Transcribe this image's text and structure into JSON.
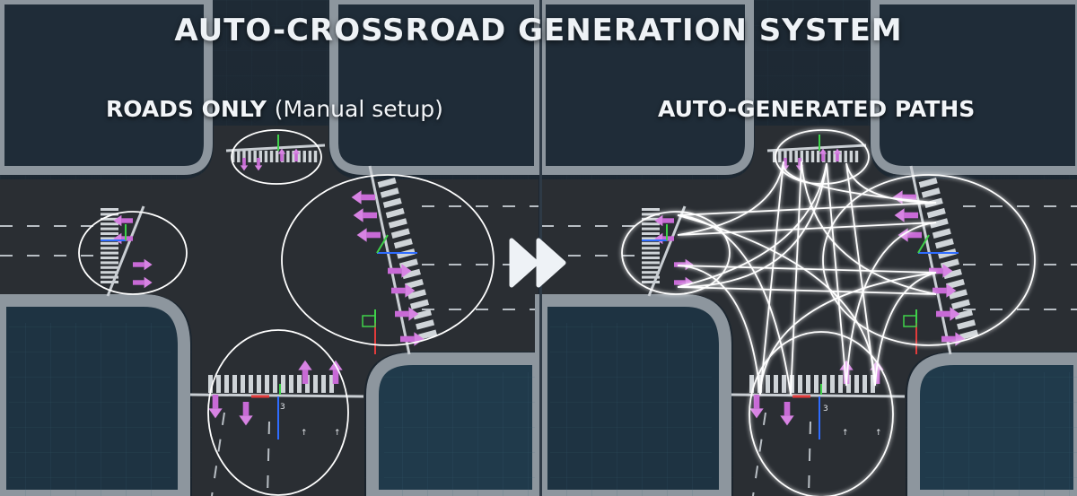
{
  "title": "AUTO-CROSSROAD GENERATION SYSTEM",
  "panels": {
    "left": {
      "label": "ROADS ONLY",
      "sublabel": "(Manual setup)"
    },
    "right": {
      "label": "AUTO-GENERATED PATHS"
    }
  },
  "lane_number": "3",
  "icons": {
    "transition": "fast-forward-icon"
  },
  "colors": {
    "background": "#1b2530",
    "road": "#2b2f33",
    "sidewalk": "#8d969e",
    "building": "#2a4150",
    "arrow": "#c86ad6",
    "path": "#ffffff",
    "gizmo_green": "#3fd24a",
    "gizmo_blue": "#2f6cff",
    "gizmo_red": "#e23b3b"
  }
}
